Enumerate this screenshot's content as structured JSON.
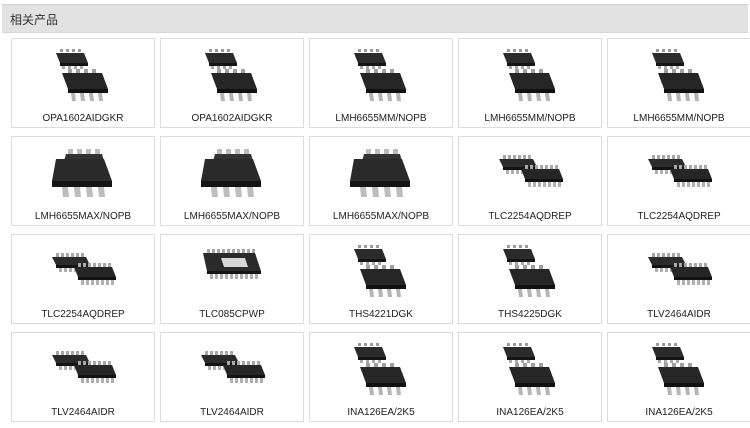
{
  "header": {
    "title": "相关产品"
  },
  "products": [
    {
      "name": "OPA1602AIDGKR",
      "icon": "msop8-chip-icon"
    },
    {
      "name": "OPA1602AIDGKR",
      "icon": "msop8-chip-icon"
    },
    {
      "name": "LMH6655MM/NOPB",
      "icon": "msop8-chip-icon"
    },
    {
      "name": "LMH6655MM/NOPB",
      "icon": "msop8-chip-icon"
    },
    {
      "name": "LMH6655MM/NOPB",
      "icon": "msop8-chip-icon"
    },
    {
      "name": "LMH6655MAX/NOPB",
      "icon": "soic8-chip-icon"
    },
    {
      "name": "LMH6655MAX/NOPB",
      "icon": "soic8-chip-icon"
    },
    {
      "name": "LMH6655MAX/NOPB",
      "icon": "soic8-chip-icon"
    },
    {
      "name": "TLC2254AQDREP",
      "icon": "soic14-chip-icon"
    },
    {
      "name": "TLC2254AQDREP",
      "icon": "soic14-chip-icon"
    },
    {
      "name": "TLC2254AQDREP",
      "icon": "soic14-chip-icon"
    },
    {
      "name": "TLC085CPWP",
      "icon": "tssop-chip-icon"
    },
    {
      "name": "THS4221DGK",
      "icon": "msop8-chip-icon"
    },
    {
      "name": "THS4225DGK",
      "icon": "msop8-chip-icon"
    },
    {
      "name": "TLV2464AIDR",
      "icon": "soic14-chip-icon"
    },
    {
      "name": "TLV2464AIDR",
      "icon": "soic14-chip-icon"
    },
    {
      "name": "TLV2464AIDR",
      "icon": "soic14-chip-icon"
    },
    {
      "name": "INA126EA/2K5",
      "icon": "msop8-chip-icon"
    },
    {
      "name": "INA126EA/2K5",
      "icon": "msop8-chip-icon"
    },
    {
      "name": "INA126EA/2K5",
      "icon": "msop8-chip-icon"
    }
  ]
}
